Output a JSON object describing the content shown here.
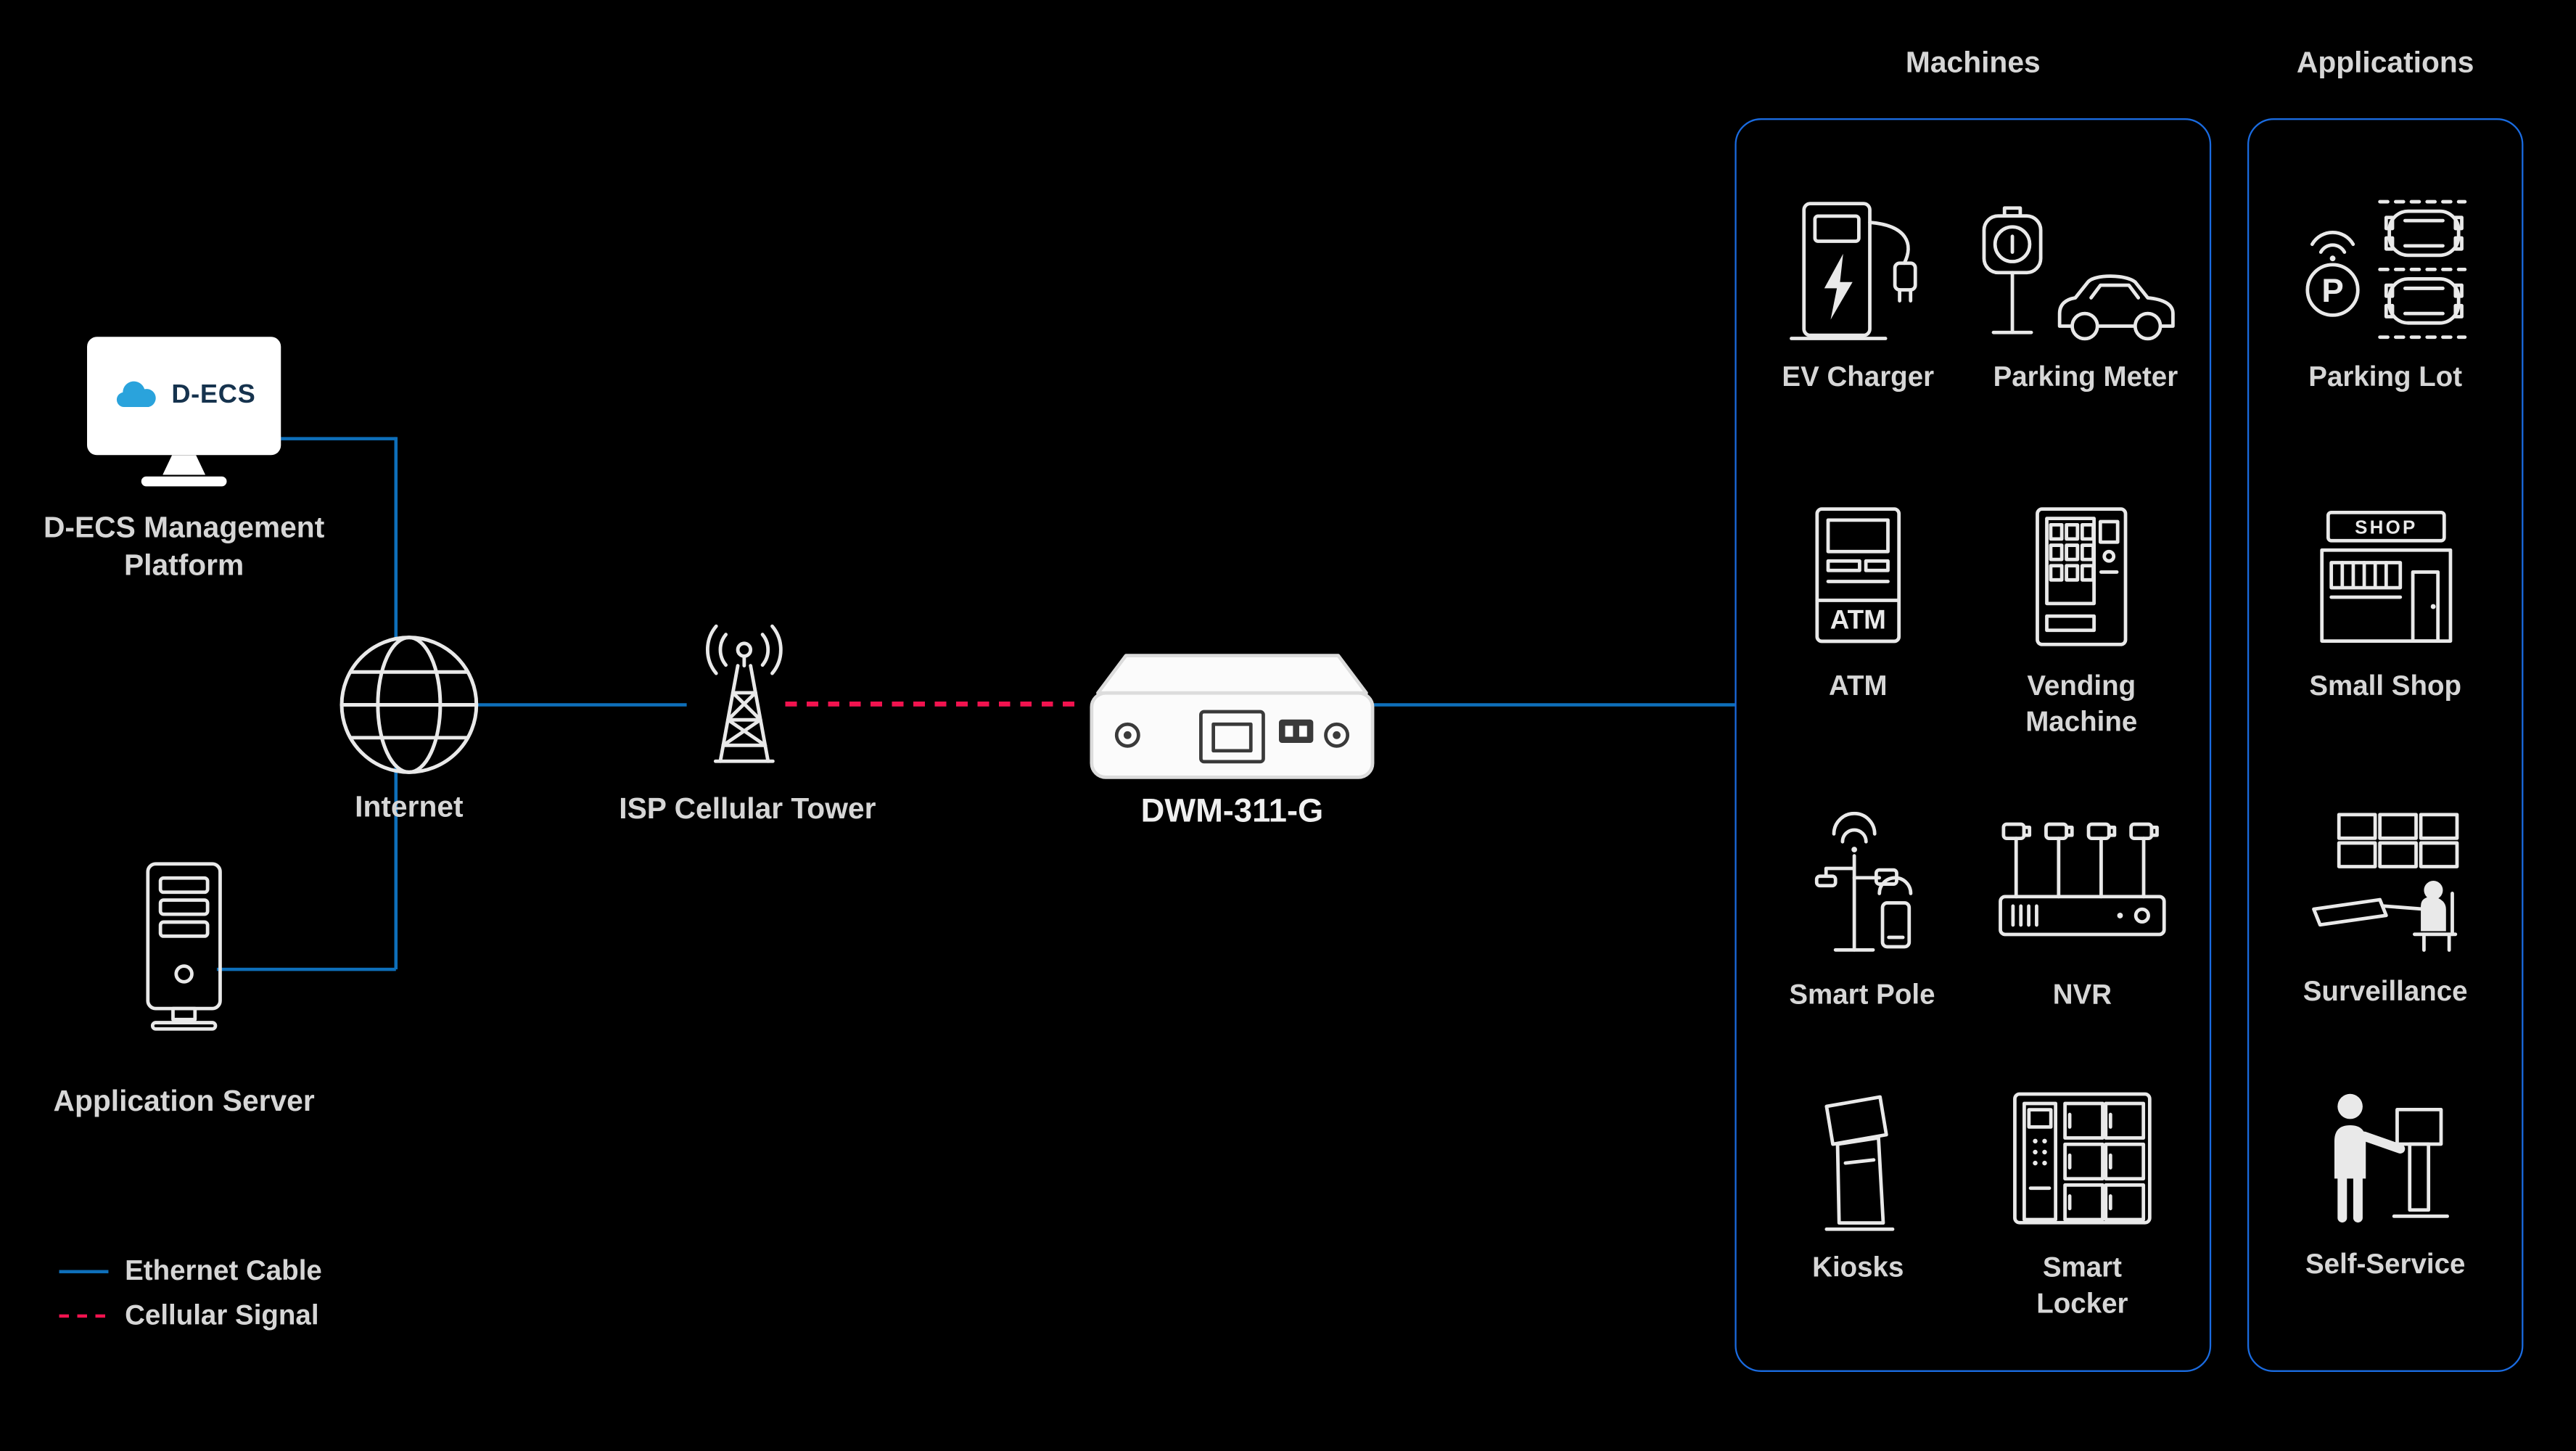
{
  "left": {
    "decs": {
      "label": "D-ECS Management Platform"
    },
    "internet_label": "Internet",
    "server_label": "Application Server",
    "tower_label": "ISP Cellular Tower",
    "router_label": "DWM-311-G"
  },
  "legend": {
    "ethernet_label": "Ethernet Cable",
    "cellular_label": "Cellular Signal"
  },
  "machines": {
    "title": "Machines",
    "items": [
      {
        "label": "EV Charger",
        "icon": "ev-charger-icon"
      },
      {
        "label": "Parking Meter",
        "icon": "parking-meter-icon"
      },
      {
        "label": "ATM",
        "icon": "atm-icon"
      },
      {
        "label": "Vending Machine",
        "icon": "vending-machine-icon"
      },
      {
        "label": "Smart Pole",
        "icon": "smart-pole-icon"
      },
      {
        "label": "NVR",
        "icon": "nvr-icon"
      },
      {
        "label": "Kiosks",
        "icon": "kiosk-icon"
      },
      {
        "label": "Smart Locker",
        "icon": "smart-locker-icon"
      }
    ]
  },
  "applications": {
    "title": "Applications",
    "items": [
      {
        "label": "Parking Lot",
        "icon": "parking-lot-icon"
      },
      {
        "label": "Small Shop",
        "icon": "small-shop-icon"
      },
      {
        "label": "Surveillance",
        "icon": "surveillance-icon"
      },
      {
        "label": "Self-Service",
        "icon": "self-service-icon"
      }
    ]
  },
  "icon_texts": {
    "decs_screen": "D-ECS",
    "atm": "ATM",
    "shop": "SHOP",
    "parking_p": "P"
  },
  "colors": {
    "ethernet_blue": "#0e6fba",
    "cellular_red": "#f2134f",
    "panel_border": "#1a6be0",
    "icon_gray": "#e9e9e9",
    "text_gray": "#d6d6d6"
  }
}
